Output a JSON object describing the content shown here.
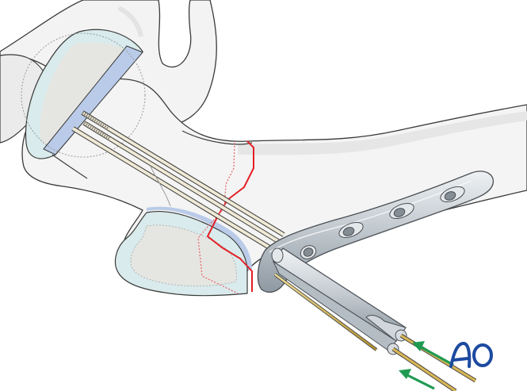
{
  "figure": {
    "subject": "Proximal femur with angled blade plate, guide wires inserted through blade guide",
    "elements": [
      "pelvis-acetabulum",
      "femoral-head-cartilage",
      "greater-trochanter",
      "lesser-trochanter",
      "fracture-line",
      "threaded-guide-wires",
      "angled-blade-plate",
      "drill-sleeve",
      "kirschner-wires",
      "direction-arrows"
    ],
    "arrows": {
      "count": 2,
      "direction": "up-left",
      "meaning": "insert wires"
    }
  },
  "logo": {
    "text": "AO"
  },
  "colors": {
    "bone": "#f4f4f4",
    "bone_shadow": "#e6e6e6",
    "outline": "#3a3a3a",
    "cartilage": "#d9ebec",
    "cartilage_band": "#b9cbe8",
    "fracture": "#e41f26",
    "wire_shaft": "#efe9d6",
    "k_wire": "#d7b656",
    "implant_steel": "#c9cfd4",
    "implant_dark": "#7b858e",
    "arrow": "#1e9a52",
    "logo": "#1d4aa0"
  }
}
